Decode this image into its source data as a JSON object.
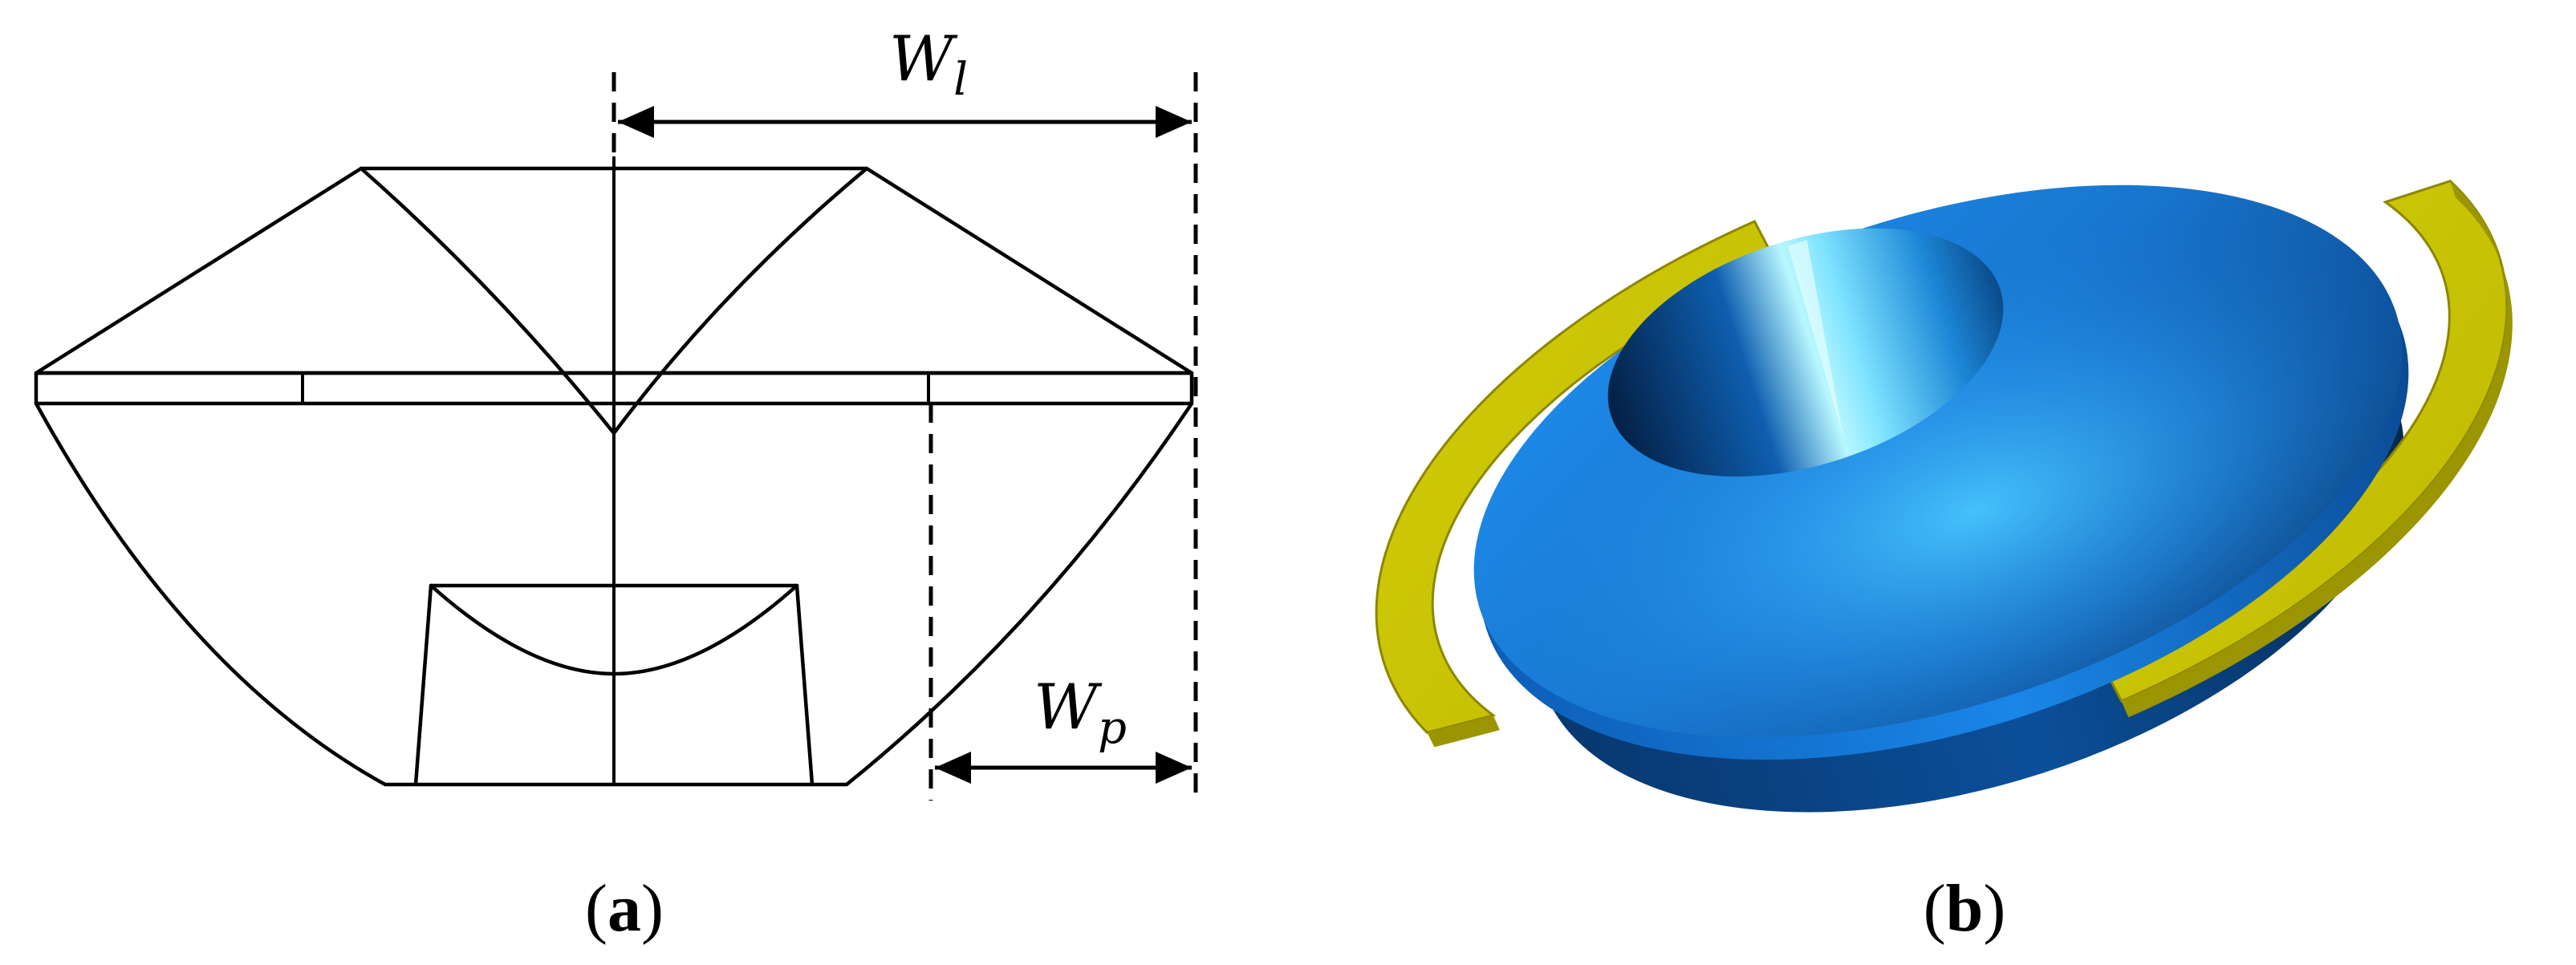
{
  "panel_a": {
    "label_open": "(",
    "label_letter": "a",
    "label_close": ")",
    "dimension_wl": {
      "base": "W",
      "subscript": "l"
    },
    "dimension_wp": {
      "base": "W",
      "subscript": "p"
    }
  },
  "panel_b": {
    "label_open": "(",
    "label_letter": "b",
    "label_close": ")"
  },
  "colors": {
    "line": "#000000",
    "disk_blue": "#1a7fd8",
    "disk_dark": "#052a55",
    "disk_highlight": "#aef6ff",
    "ring_yellow": "#c9c400",
    "ring_dark": "#8c8700",
    "background": "#ffffff"
  }
}
